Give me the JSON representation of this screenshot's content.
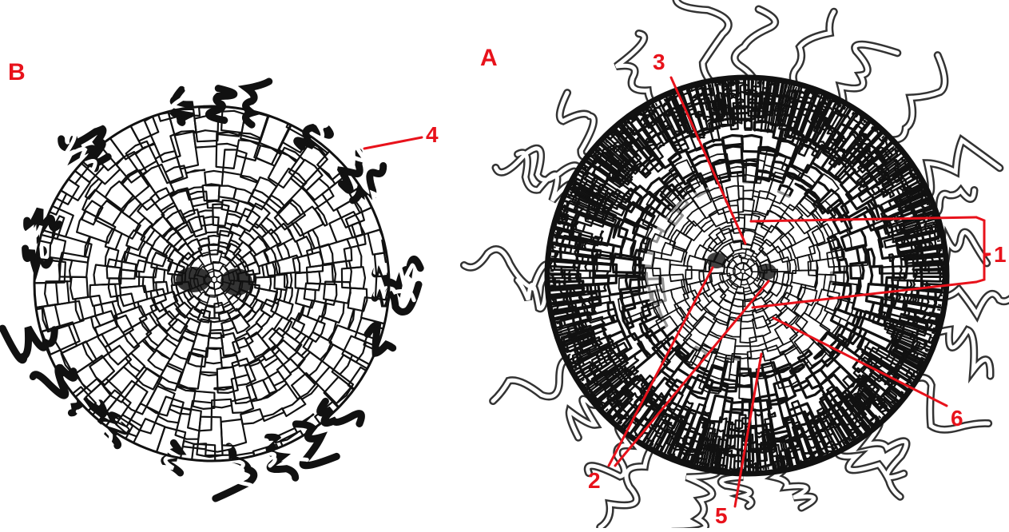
{
  "panels": {
    "left": {
      "title": "B"
    },
    "right": {
      "title": "A"
    }
  },
  "labels": {
    "l1": "1",
    "l2": "2",
    "l3": "3",
    "l4": "4",
    "l5": "5",
    "l6": "6"
  },
  "colors": {
    "label": "#e8121b",
    "ink": "#111111",
    "paper": "#ffffff"
  }
}
